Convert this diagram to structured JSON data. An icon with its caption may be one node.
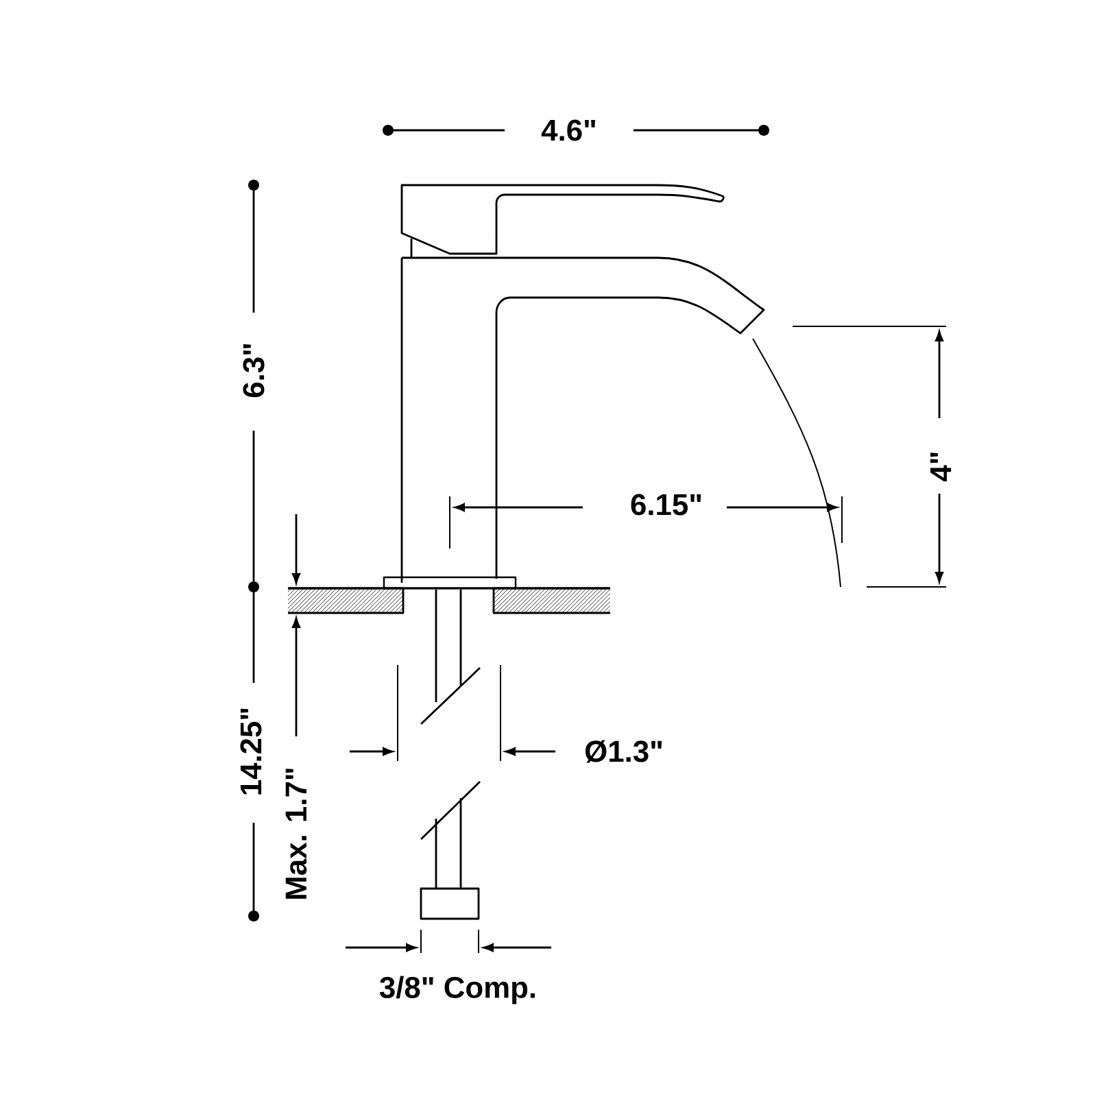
{
  "diagram": {
    "labels": [
      "4.6\"",
      "6.3\"",
      "6.15\"",
      "4\"",
      "14.25\"",
      "Max. 1.7\"",
      "Ø1.3\"",
      "3/8\" Comp."
    ]
  }
}
